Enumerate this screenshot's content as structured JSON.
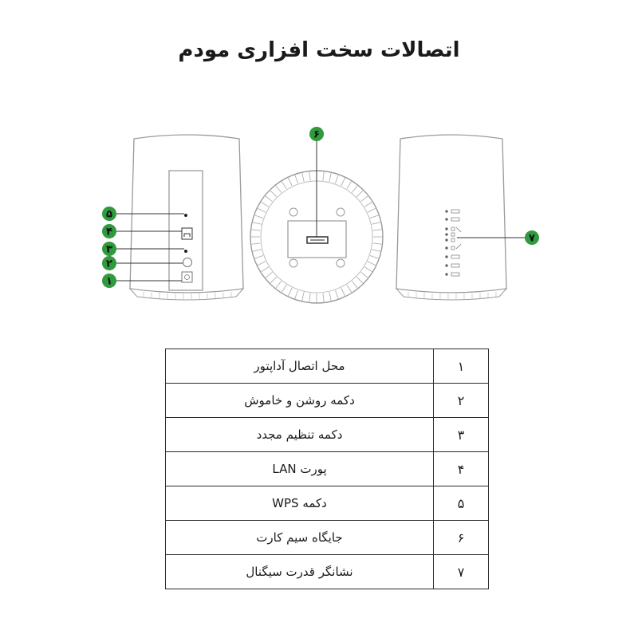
{
  "title": "اتصالات سخت افزاری مودم",
  "callouts": {
    "back_1": "۱",
    "back_2": "۲",
    "back_3": "۳",
    "back_4": "۴",
    "back_5": "۵",
    "bottom_6": "۶",
    "front_7": "۷"
  },
  "colors": {
    "badge": "#2f9a3e",
    "line": "#333333",
    "device": "#9a9a9a"
  },
  "legend": [
    {
      "num": "۱",
      "label": "محل اتصال آداپتور"
    },
    {
      "num": "۲",
      "label": "دکمه روشن و خاموش"
    },
    {
      "num": "۳",
      "label": "دکمه تنظیم مجدد"
    },
    {
      "num": "۴",
      "label": "پورت LAN"
    },
    {
      "num": "۵",
      "label": "دکمه WPS"
    },
    {
      "num": "۶",
      "label": "جایگاه سیم کارت"
    },
    {
      "num": "۷",
      "label": "نشانگر قدرت سیگنال"
    }
  ]
}
